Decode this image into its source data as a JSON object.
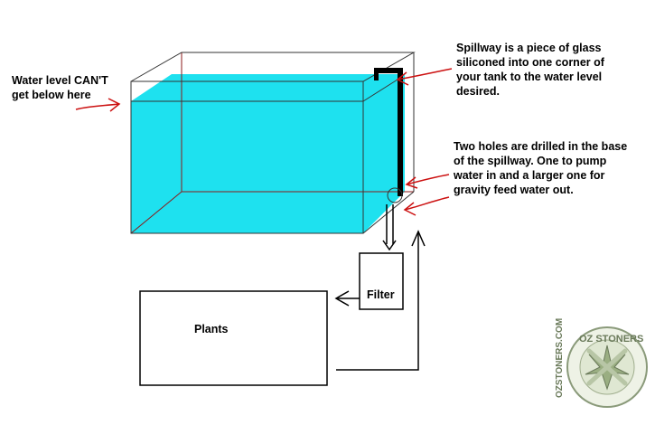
{
  "diagram": {
    "water_level_label": [
      "Water level CAN'T",
      "get below here"
    ],
    "spillway_label": [
      "Spillway is a piece of glass",
      "siliconed into one corner of",
      "your tank to the water level",
      "desired."
    ],
    "holes_label": [
      "Two holes are drilled in the base",
      "of the spillway. One to pump",
      "water in and a larger one for",
      "gravity feed water out."
    ],
    "filter_label": "Filter",
    "plants_label": "Plants",
    "colors": {
      "water": "#1ee1ef",
      "arrow": "#cc1111",
      "line": "#000000",
      "watermark": "#6a7a5a"
    }
  },
  "watermark": {
    "side_text": "OZSTONERS.COM",
    "logo_text": "OZ STONERS"
  }
}
